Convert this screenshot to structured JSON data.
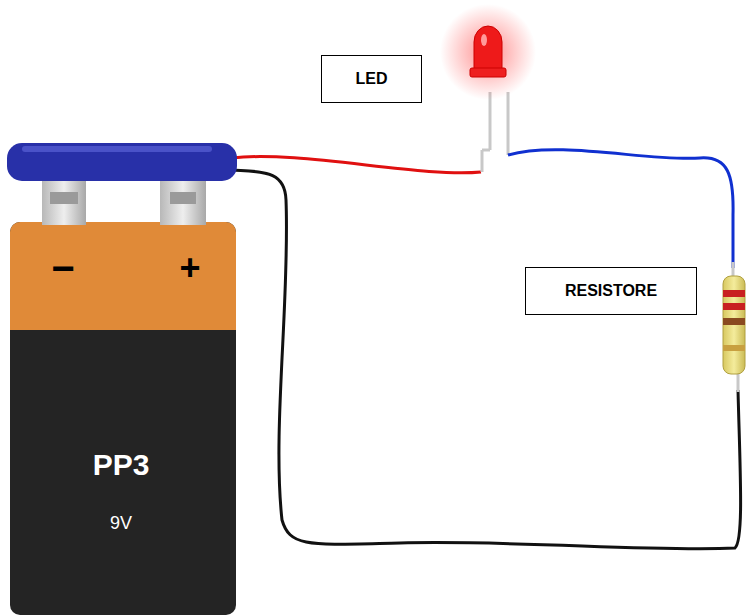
{
  "diagram": {
    "nodes": [
      {
        "text": [
          "LED"
        ]
      },
      {
        "text": [
          "RESISTORE"
        ]
      }
    ],
    "labels": [
      "−",
      "+",
      "PP3",
      "9V"
    ]
  }
}
